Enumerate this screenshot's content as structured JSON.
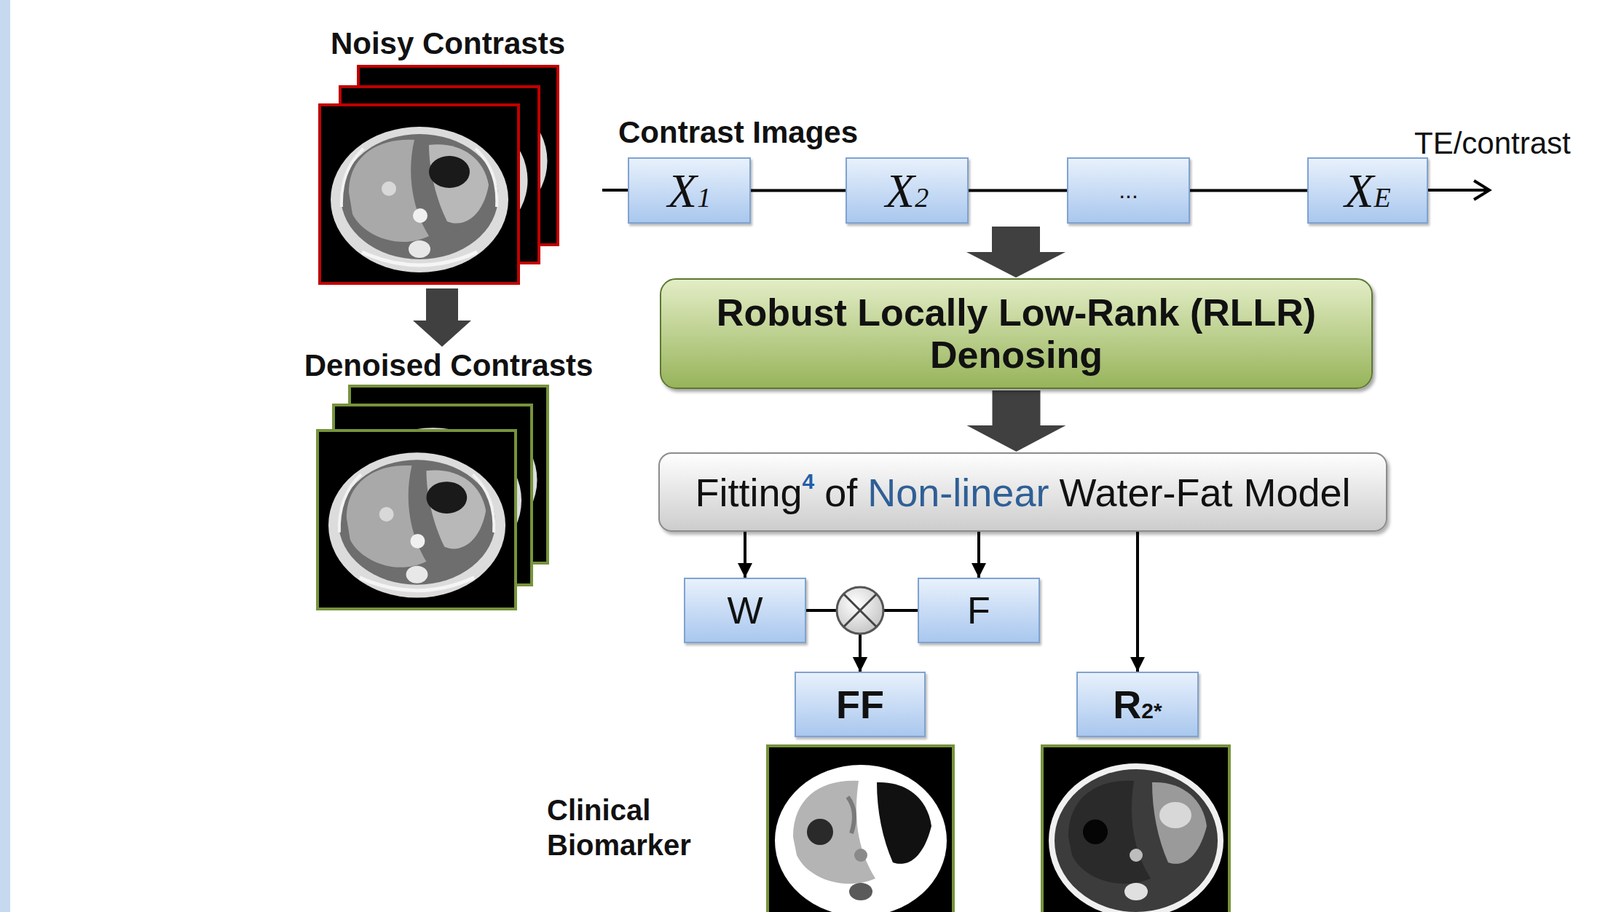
{
  "diagram": {
    "nodes": [
      {
        "text": [
          "X1"
        ]
      },
      {
        "text": [
          "X2"
        ]
      },
      {
        "text": [
          "..."
        ]
      },
      {
        "text": [
          "XE"
        ]
      },
      {
        "text": [
          "Robust Locally Low-Rank (RLLR) Denosing"
        ]
      },
      {
        "text": [
          "Fitting",
          "4",
          "of",
          "Non-linear",
          "Water-Fat Model"
        ]
      },
      {
        "text": [
          "W"
        ]
      },
      {
        "text": [
          "F"
        ]
      },
      {
        "text": [
          "FF"
        ]
      },
      {
        "text": [
          "R2*"
        ]
      }
    ],
    "edges": [
      {
        "from": 0,
        "to": 1,
        "arrow": "none"
      },
      {
        "from": 1,
        "to": 2,
        "arrow": "none"
      },
      {
        "from": 2,
        "to": 3,
        "arrow": "none"
      },
      {
        "from": 4,
        "to": 5,
        "arrow": "to"
      },
      {
        "from": 5,
        "to": 6,
        "arrow": "to"
      },
      {
        "from": 5,
        "to": 7,
        "arrow": "to"
      },
      {
        "from": 6,
        "to": 8,
        "arrow": "to"
      },
      {
        "from": 7,
        "to": 8,
        "arrow": "to"
      },
      {
        "from": 5,
        "to": 9,
        "arrow": "to"
      }
    ],
    "labels": [
      "Noisy Contrasts",
      "Denoised Contrasts",
      "Contrast Images",
      "TE/contrast",
      "Clinical Biomarker"
    ]
  }
}
